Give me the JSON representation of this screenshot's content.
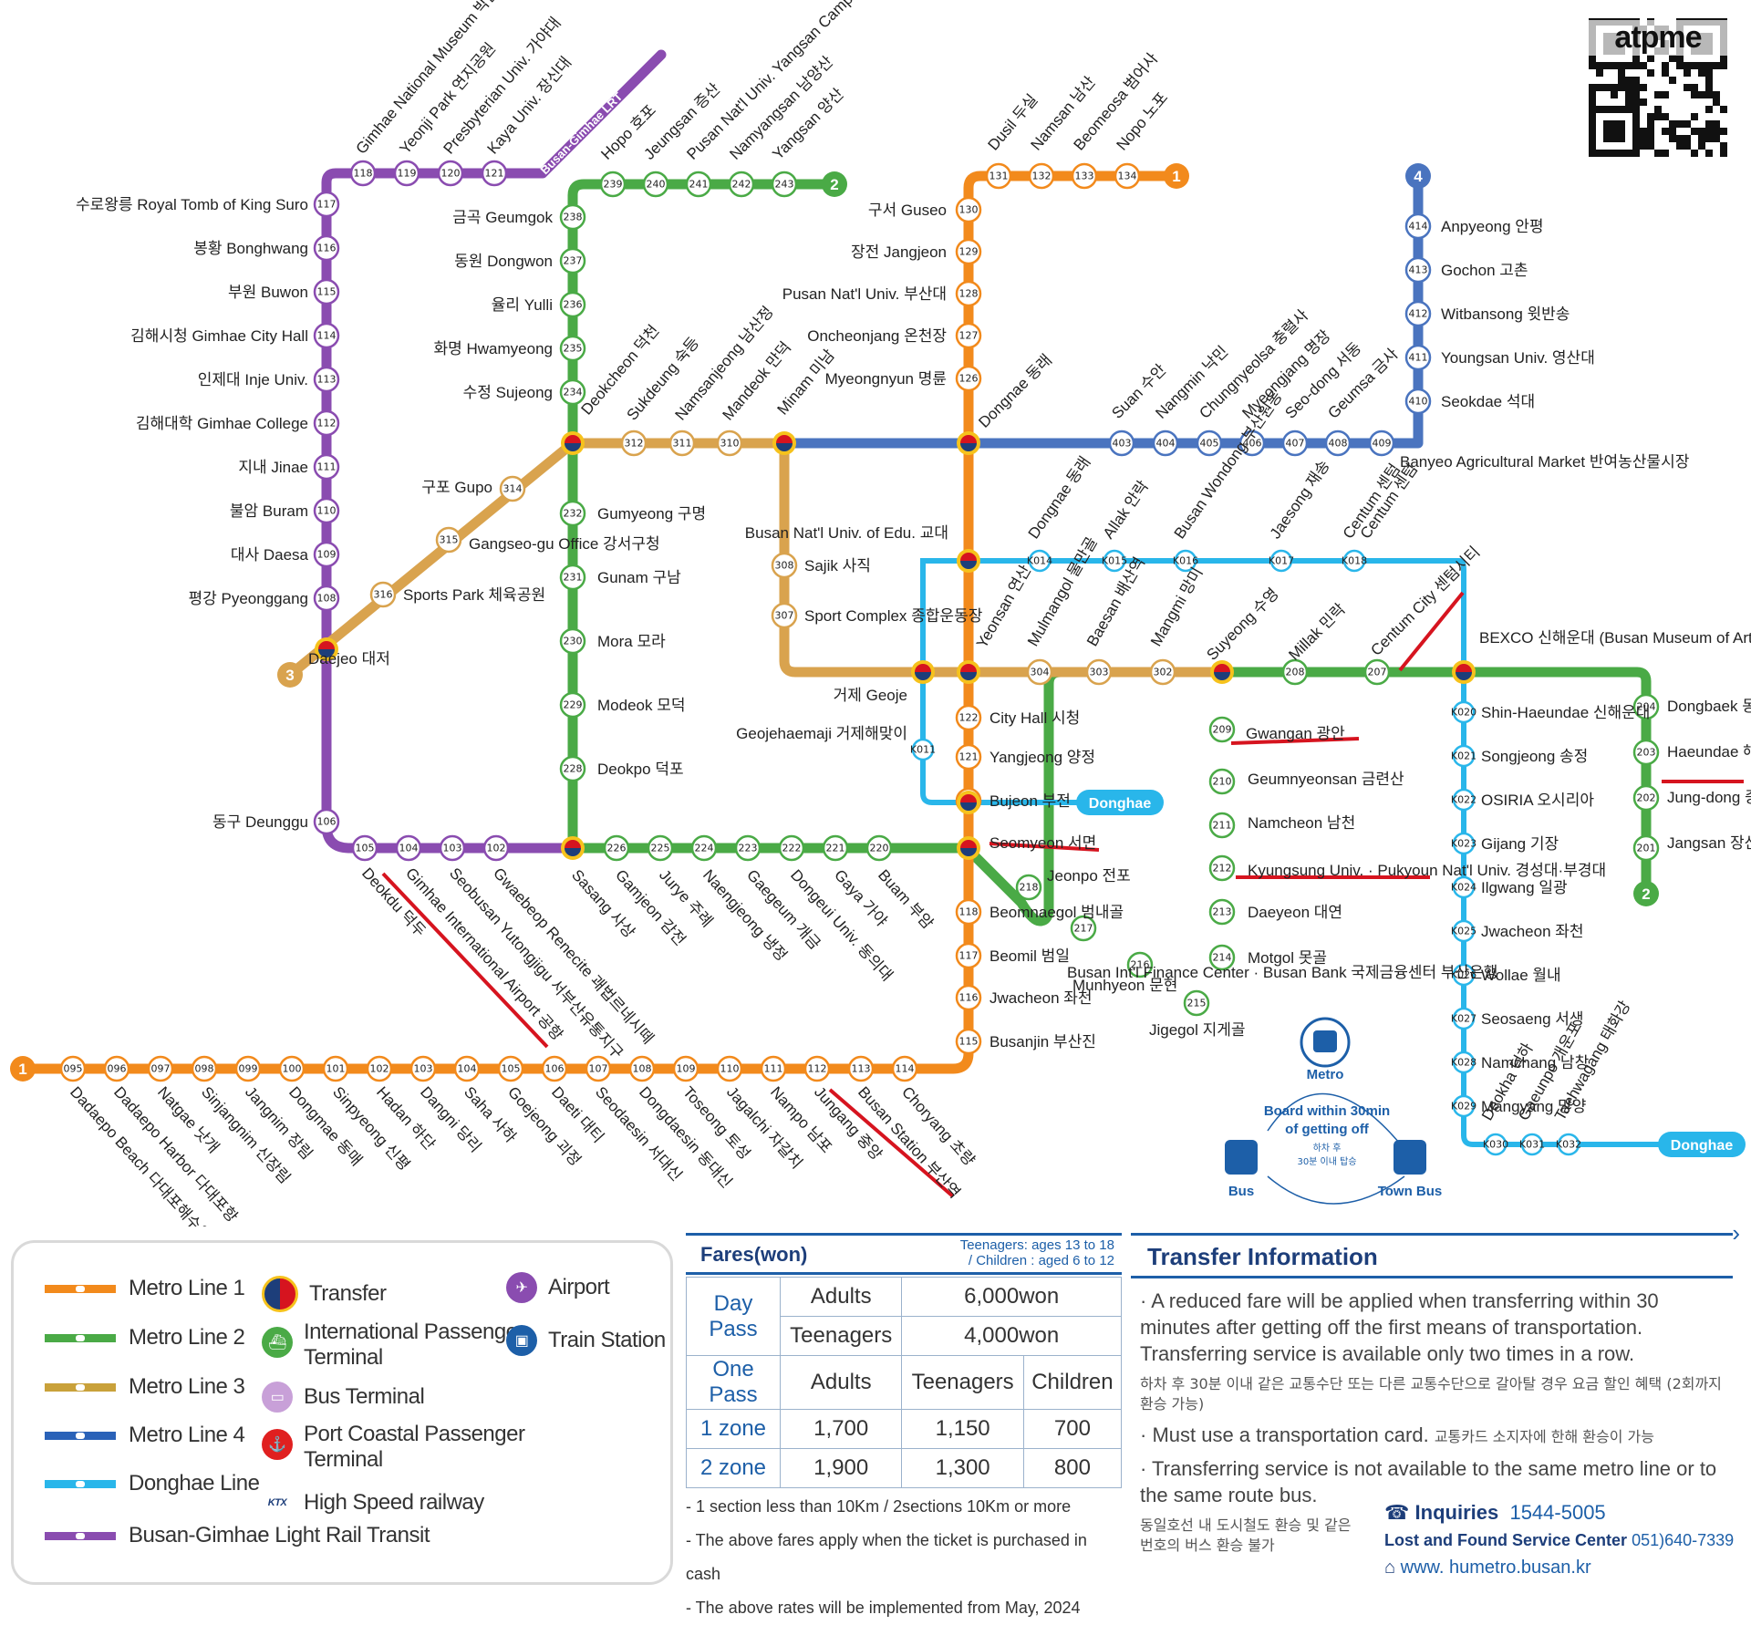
{
  "qr_text": "atpme",
  "colors": {
    "line1": "#f28a1c",
    "line2": "#4aaa46",
    "line3": "#d9a34e",
    "line4": "#4a74bf",
    "donghae": "#29b6ea",
    "lrt": "#8a4cb0",
    "red_mark": "#d6141f",
    "accent_blue": "#1d5fa8"
  },
  "line_badges": {
    "line1_top": "1",
    "line1_left": "1",
    "line2_top": "2",
    "line2_right": "2",
    "line3": "3",
    "line4": "4",
    "lrt_name": "Busan-Gimhae LRT",
    "donghae1": "Donghae",
    "donghae2": "Donghae"
  },
  "stations": {
    "lrt": [
      {
        "code": "117",
        "name": "수로왕릉 Royal Tomb of King Suro"
      },
      {
        "code": "116",
        "name": "봉황 Bonghwang"
      },
      {
        "code": "115",
        "name": "부원 Buwon"
      },
      {
        "code": "114",
        "name": "김해시청 Gimhae City Hall"
      },
      {
        "code": "113",
        "name": "인제대 Inje Univ."
      },
      {
        "code": "112",
        "name": "김해대학 Gimhae College"
      },
      {
        "code": "111",
        "name": "지내 Jinae"
      },
      {
        "code": "110",
        "name": "불암 Buram"
      },
      {
        "code": "109",
        "name": "대사 Daesa"
      },
      {
        "code": "108",
        "name": "평강 Pyeonggang"
      },
      {
        "code": "107",
        "name": "Daejeo 대저"
      },
      {
        "code": "106",
        "name": "동구 Deunggu"
      }
    ],
    "lrt_top": [
      {
        "code": "118",
        "name": "Gimhae National Museum 박물관"
      },
      {
        "code": "119",
        "name": "Yeonji Park 연지공원"
      },
      {
        "code": "120",
        "name": "Presbyterian Univ. 가야대"
      },
      {
        "code": "121",
        "name": "Kaya Univ. 장신대"
      }
    ],
    "lrt_bottom": [
      {
        "code": "105",
        "name": "Deokdu 덕두"
      },
      {
        "code": "104",
        "name": "Gimhae International Airport 공항"
      },
      {
        "code": "103",
        "name": "Seobusan Yutongjigu 서부산유통지구"
      },
      {
        "code": "102",
        "name": "Gwaebeop Renecite 괘법르네시떼"
      }
    ],
    "line2_left": [
      {
        "code": "238",
        "name": "금곡 Geumgok"
      },
      {
        "code": "237",
        "name": "동원 Dongwon"
      },
      {
        "code": "236",
        "name": "율리 Yulli"
      },
      {
        "code": "235",
        "name": "화명 Hwamyeong"
      },
      {
        "code": "234",
        "name": "수정 Sujeong"
      },
      {
        "code": "232",
        "name": "Gumyeong 구명"
      },
      {
        "code": "231",
        "name": "Gunam 구남"
      },
      {
        "code": "230",
        "name": "Mora 모라"
      },
      {
        "code": "229",
        "name": "Modeok 모덕"
      },
      {
        "code": "228",
        "name": "Deokpo 덕포"
      }
    ],
    "line2_top": [
      {
        "code": "239",
        "name": "Hopo 호포"
      },
      {
        "code": "240",
        "name": "Jeungsan 증산"
      },
      {
        "code": "241",
        "name": "Pusan Nat'l Univ. Yangsan Campus 부산대양산캠퍼스"
      },
      {
        "code": "242",
        "name": "Namyangsan 남양산"
      },
      {
        "code": "243",
        "name": "Yangsan 양산"
      }
    ],
    "line2_bottom": [
      {
        "code": "227",
        "name": "Sasang 사상"
      },
      {
        "code": "226",
        "name": "Gamjeon 감전"
      },
      {
        "code": "225",
        "name": "Jurye 주례"
      },
      {
        "code": "224",
        "name": "Naengjeong 냉정"
      },
      {
        "code": "223",
        "name": "Gaegeum 개금"
      },
      {
        "code": "222",
        "name": "Dongeui Univ. 동의대"
      },
      {
        "code": "221",
        "name": "Gaya 가야"
      },
      {
        "code": "220",
        "name": "Buam 부암"
      }
    ],
    "line2_east": [
      {
        "code": "218",
        "name": "Jeonpo 전포"
      },
      {
        "code": "217",
        "name": "Busan Int'l Finance Center · Busan Bank 국제금융센터 부산은행"
      },
      {
        "code": "216",
        "name": "Munhyeon 문현"
      },
      {
        "code": "215",
        "name": "Jigegol 지게골"
      },
      {
        "code": "214",
        "name": "Motgol 못골"
      },
      {
        "code": "213",
        "name": "Daeyeon 대연"
      },
      {
        "code": "212",
        "name": "Kyungsung Univ. · Pukyoun Nat'l Univ. 경성대·부경대"
      },
      {
        "code": "211",
        "name": "Namcheon 남천"
      },
      {
        "code": "210",
        "name": "Geumnyeonsan 금련산"
      },
      {
        "code": "209",
        "name": "Gwangan 광안"
      },
      {
        "code": "208",
        "name": "Suyeong 수영"
      },
      {
        "code": "207",
        "name": "Millak 민락"
      },
      {
        "code": "206",
        "name": "Centum City 센텀시티"
      },
      {
        "code": "205",
        "name": "BEXCO 신해운대 (Busan Museum of Art)"
      },
      {
        "code": "204",
        "name": "Dongbaek 동백"
      },
      {
        "code": "203",
        "name": "Haeundae 해운대"
      },
      {
        "code": "202",
        "name": "Jung-dong 중동"
      },
      {
        "code": "201",
        "name": "Jangsan 장산"
      }
    ],
    "line1_north": [
      {
        "code": "130",
        "name": "구서 Guseo"
      },
      {
        "code": "129",
        "name": "장전 Jangjeon"
      },
      {
        "code": "128",
        "name": "Pusan Nat'l Univ. 부산대"
      },
      {
        "code": "127",
        "name": "Oncheonjang 온천장"
      },
      {
        "code": "126",
        "name": "Myeongnyun 명륜"
      },
      {
        "code": "125",
        "name": "Dongnae 동래"
      },
      {
        "code": "124",
        "name": "Busan Nat'l Univ. of Edu. 교대"
      },
      {
        "code": "123",
        "name": "Yeonsan 연산"
      },
      {
        "code": "122",
        "name": "City Hall 시청"
      },
      {
        "code": "121",
        "name": "Yangjeong 양정"
      },
      {
        "code": "120",
        "name": "Bujeon 부전"
      },
      {
        "code": "119",
        "name": "Seomyeon 서면"
      },
      {
        "code": "118",
        "name": "Beomnaegol 범내골"
      },
      {
        "code": "117",
        "name": "Beomil 범일"
      },
      {
        "code": "116",
        "name": "Jwacheon 좌천"
      },
      {
        "code": "115",
        "name": "Busanjin 부산진"
      }
    ],
    "line1_top": [
      {
        "code": "131",
        "name": "Dusil 두실"
      },
      {
        "code": "132",
        "name": "Namsan 남산"
      },
      {
        "code": "133",
        "name": "Beomeosa 범어사"
      },
      {
        "code": "134",
        "name": "Nopo 노포"
      }
    ],
    "line1_bottom": [
      {
        "code": "095",
        "name": "Dadaepo Beach 다대포해수욕장"
      },
      {
        "code": "096",
        "name": "Dadaepo Harbor 다대포항"
      },
      {
        "code": "097",
        "name": "Natgae 낫개"
      },
      {
        "code": "098",
        "name": "Sinjangnim 신장림"
      },
      {
        "code": "099",
        "name": "Jangnim 장림"
      },
      {
        "code": "100",
        "name": "Dongmae 동매"
      },
      {
        "code": "101",
        "name": "Sinpyeong 신평"
      },
      {
        "code": "102",
        "name": "Hadan 하단"
      },
      {
        "code": "103",
        "name": "Dangni 당리"
      },
      {
        "code": "104",
        "name": "Saha 사하"
      },
      {
        "code": "105",
        "name": "Goejeong 괴정"
      },
      {
        "code": "106",
        "name": "Daeti 대티"
      },
      {
        "code": "107",
        "name": "Seodaesin 서대신"
      },
      {
        "code": "108",
        "name": "Dongdaesin 동대신"
      },
      {
        "code": "109",
        "name": "Toseong 토성"
      },
      {
        "code": "110",
        "name": "Jagalchi 자갈치"
      },
      {
        "code": "111",
        "name": "Nampo 남포"
      },
      {
        "code": "112",
        "name": "Jungang 중앙"
      },
      {
        "code": "113",
        "name": "Busan Station 부산역"
      },
      {
        "code": "114",
        "name": "Choryang 초량"
      }
    ],
    "line3": [
      {
        "code": "315",
        "name": "Gangseo-gu Office 강서구청"
      },
      {
        "code": "314",
        "name": "구포 Gupo"
      },
      {
        "code": "316",
        "name": "Sports Park 체육공원"
      },
      {
        "code": "313",
        "name": "Deokcheon 덕천"
      },
      {
        "code": "312",
        "name": "Sukdeung 숙등"
      },
      {
        "code": "311",
        "name": "Namsanjeong 남산정"
      },
      {
        "code": "310",
        "name": "Mandeok 만덕"
      },
      {
        "code": "309",
        "name": "Minam 미남"
      },
      {
        "code": "308",
        "name": "Sajik 사직"
      },
      {
        "code": "307",
        "name": "Sport Complex 종합운동장"
      },
      {
        "code": "306",
        "name": "거제 Geoje"
      },
      {
        "code": "304",
        "name": "Mulmangol 물만골"
      },
      {
        "code": "303",
        "name": "Baesan 배산역"
      },
      {
        "code": "302",
        "name": "Mangmi 망미"
      }
    ],
    "line4": [
      {
        "code": "414",
        "name": "Anpyeong 안평"
      },
      {
        "code": "413",
        "name": "Gochon 고촌"
      },
      {
        "code": "412",
        "name": "Witbansong 윗반송"
      },
      {
        "code": "411",
        "name": "Youngsan Univ. 영산대"
      },
      {
        "code": "410",
        "name": "Seokdae 석대"
      },
      {
        "code": "409",
        "name": "Banyeo Agricultural Market 반여농산물시장"
      },
      {
        "code": "408",
        "name": "Geumsa 금사"
      },
      {
        "code": "407",
        "name": "Seo-dong 서동"
      },
      {
        "code": "406",
        "name": "Myeongjang 명장"
      },
      {
        "code": "405",
        "name": "Chungnyeolsa 충렬사"
      },
      {
        "code": "404",
        "name": "Nangmin 낙민"
      },
      {
        "code": "403",
        "name": "Suan 수안"
      }
    ],
    "donghae": [
      {
        "code": "K011",
        "name": "Geojehaemaji 거제해맞이"
      },
      {
        "code": "K014",
        "name": "Dongnae 동래"
      },
      {
        "code": "K015",
        "name": "Allak 안락"
      },
      {
        "code": "K016",
        "name": "Busan Wondong 부산원동"
      },
      {
        "code": "K017",
        "name": "Jaesong 재송"
      },
      {
        "code": "K018",
        "name": "Centum 센텀"
      },
      {
        "code": "K020",
        "name": "Shin-Haeundae 신해운대"
      },
      {
        "code": "K021",
        "name": "Songjeong 송정"
      },
      {
        "code": "K022",
        "name": "OSIRIA 오시리아"
      },
      {
        "code": "K023",
        "name": "Gijang 기장"
      },
      {
        "code": "K024",
        "name": "Ilgwang 일광"
      },
      {
        "code": "K025",
        "name": "Jwacheon 좌천"
      },
      {
        "code": "K026",
        "name": "Wollae 월내"
      },
      {
        "code": "K027",
        "name": "Seosaeng 서생"
      },
      {
        "code": "K028",
        "name": "Namchang 남창"
      },
      {
        "code": "K029",
        "name": "Mangyang 망양"
      },
      {
        "code": "K030",
        "name": "Deokha 덕하"
      },
      {
        "code": "K031",
        "name": "Gaeunpo 개운포"
      },
      {
        "code": "K032",
        "name": "Taehwagang 태화강"
      }
    ]
  },
  "transfer_box": {
    "metro": "Metro",
    "line1": "Board within 30min",
    "line2": "of getting off",
    "line3": "하차 후",
    "line4": "30분 이내 탑승",
    "bus": "Bus",
    "town_bus": "Town Bus"
  },
  "legend": {
    "l1": "Metro Line 1",
    "l2": "Metro Line 2",
    "l3": "Metro Line 3",
    "l4": "Metro Line 4",
    "dh": "Donghae Line",
    "lrt": "Busan-Gimhae Light Rail Transit",
    "transfer": "Transfer",
    "ipt1": "International Passenger",
    "ipt2": "Terminal",
    "bus": "Bus Terminal",
    "port1": "Port Coastal Passenger",
    "port2": "Terminal",
    "hsr": "High Speed railway",
    "airport": "Airport",
    "train": "Train Station"
  },
  "fares": {
    "title": "Fares(won)",
    "note1": "Teenagers: ages 13 to 18",
    "note2": "/ Children : aged 6 to 12",
    "day_pass": "Day Pass",
    "adults": "Adults",
    "adults_dp": "6,000won",
    "teenagers": "Teenagers",
    "teen_dp": "4,000won",
    "one_pass": "One Pass",
    "children": "Children",
    "zone1": "1 zone",
    "z1a": "1,700",
    "z1t": "1,150",
    "z1c": "700",
    "zone2": "2 zone",
    "z2a": "1,900",
    "z2t": "1,300",
    "z2c": "800",
    "n1": "- 1 section less than 10Km / 2sections 10Km or more",
    "n2": "- The above fares apply when the ticket is purchased in cash",
    "n3": "- The above rates will be implemented from May, 2024"
  },
  "transfer_info": {
    "title": "Transfer Information",
    "p1": "· A reduced fare will be applied when transferring within 30 minutes after getting off the first means of transportation. Transferring service is available only two times in a row.",
    "p1k": "하차 후 30분 이내 같은 교통수단 또는 다른 교통수단으로 갈아탈 경우 요금 할인 혜택 (2회까지 환승 가능)",
    "p2": "· Must use a transportation card.",
    "p2k": "교통카드 소지자에 한해 환승이 가능",
    "p3": "· Transferring service is not available to the same metro line or to the same route bus.",
    "p3k": "동일호선 내 도시철도 환승 및 같은 번호의 버스 환승 불가",
    "inq_label": "Inquiries",
    "inq_num": "1544-5005",
    "lost_label": "Lost and Found Service Center",
    "lost_num": "051)640-7339",
    "web": "www. humetro.busan.kr"
  }
}
